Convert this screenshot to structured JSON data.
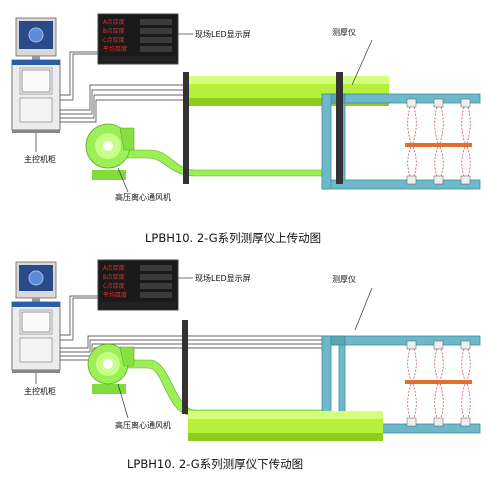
{
  "diagrams": [
    {
      "caption": "LPBH10. 2-G系列测厚仪上传动图",
      "labels": {
        "led_screen": "现场LED显示屏",
        "gauge": "测厚仪",
        "cabinet": "主控机柜",
        "blower": "高压离心通风机"
      },
      "led_rows": [
        "A点厚度",
        "B点厚度",
        "C点厚度",
        "平均厚度"
      ]
    },
    {
      "caption": "LPBH10. 2-G系列测厚仪下传动图",
      "labels": {
        "led_screen": "现场LED显示屏",
        "gauge": "测厚仪",
        "cabinet": "主控机柜",
        "blower": "高压离心通风机"
      },
      "led_rows": [
        "A点厚度",
        "B点厚度",
        "C点厚度",
        "平均厚度"
      ]
    }
  ],
  "colors": {
    "frame": "#6fb8c9",
    "frame_dark": "#3e8ea3",
    "roller": "#b6f03c",
    "roller_dark": "#8fcc1e",
    "blower": "#9bf055",
    "led_bg": "#1a1a1a",
    "led_text": "#e03030",
    "cabinet": "#e8e8e8",
    "monitor_screen": "#2a4a8a",
    "cross_bar": "#e07030",
    "post": "#333333"
  }
}
